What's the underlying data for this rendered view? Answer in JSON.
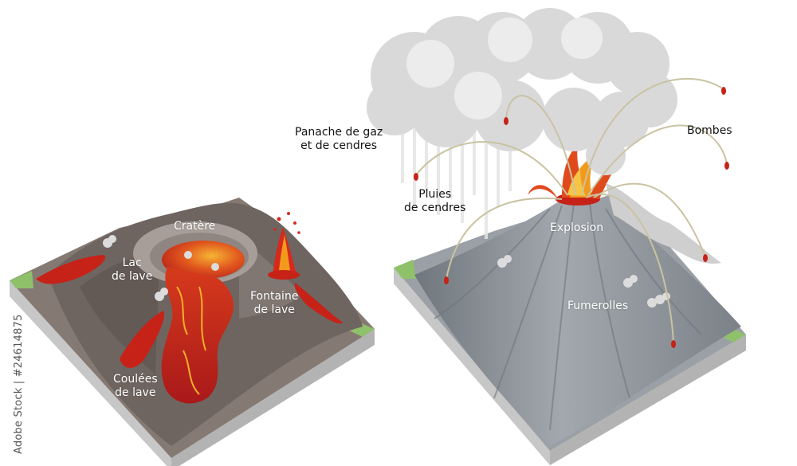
{
  "diagram": {
    "labels": {
      "cratere": "Cratère",
      "lac_line1": "Lac",
      "lac_line2": "de lave",
      "fontaine_line1": "Fontaine",
      "fontaine_line2": "de lave",
      "coulees_line1": "Coulées",
      "coulees_line2": "de lave",
      "panache_line1": "Panache de gaz",
      "panache_line2": "et de cendres",
      "pluies_line1": "Pluies",
      "pluies_line2": "de cendres",
      "bombes": "Bombes",
      "explosion": "Explosion",
      "fumerolles": "Fumerolles"
    },
    "side_text": "Adobe Stock | #24614875"
  },
  "colors": {
    "lava_red": "#c62218",
    "lava_orange": "#f29a1c",
    "rock_brown": "#6e6560",
    "ash_gray": "#8d9399",
    "grass_green": "#8fc16b",
    "ground_edge": "#bdbdbd",
    "cloud": "#d9d9d9"
  }
}
